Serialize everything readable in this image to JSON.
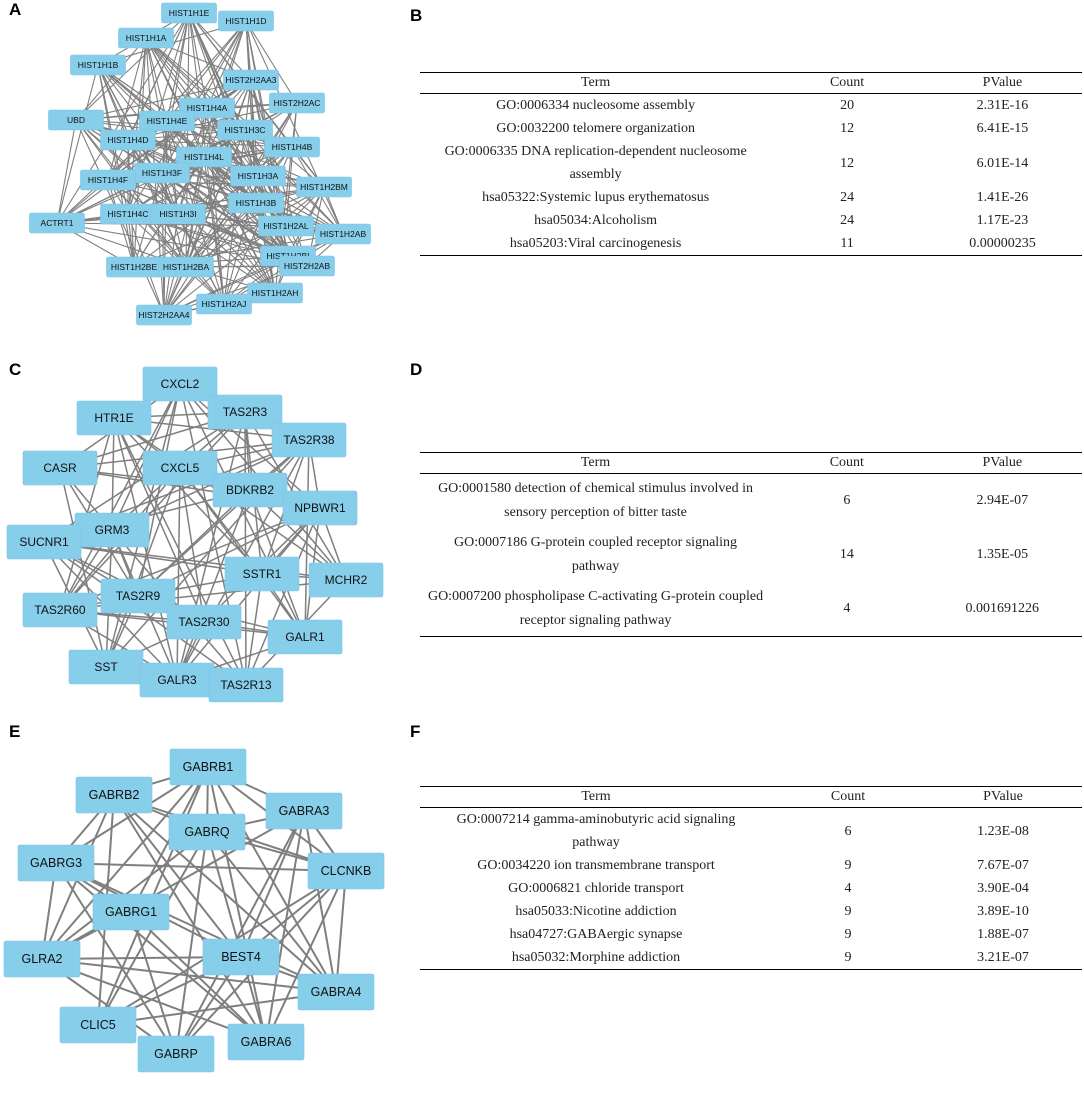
{
  "panels": {
    "A": "A",
    "B": "B",
    "C": "C",
    "D": "D",
    "E": "E",
    "F": "F"
  },
  "table_header": {
    "term": "Term",
    "count": "Count",
    "pvalue": "PValue"
  },
  "table_B": [
    {
      "term": "GO:0006334 nucleosome assembly",
      "count": "20",
      "pvalue": "2.31E-16"
    },
    {
      "term": "GO:0032200 telomere organization",
      "count": "12",
      "pvalue": "6.41E-15"
    },
    {
      "term": "GO:0006335 DNA replication-dependent nucleosome assembly",
      "count": "12",
      "pvalue": "6.01E-14"
    },
    {
      "term": "hsa05322:Systemic lupus erythematosus",
      "count": "24",
      "pvalue": "1.41E-26"
    },
    {
      "term": "hsa05034:Alcoholism",
      "count": "24",
      "pvalue": "1.17E-23"
    },
    {
      "term": "hsa05203:Viral carcinogenesis",
      "count": "11",
      "pvalue": "0.00000235"
    }
  ],
  "table_D": [
    {
      "term": "GO:0001580 detection of chemical stimulus involved in sensory perception of bitter taste",
      "count": "6",
      "pvalue": "2.94E-07"
    },
    {
      "term": "GO:0007186 G-protein coupled receptor signaling pathway",
      "count": "14",
      "pvalue": "1.35E-05"
    },
    {
      "term": "GO:0007200 phospholipase C-activating G-protein coupled receptor signaling pathway",
      "count": "4",
      "pvalue": "0.001691226"
    }
  ],
  "table_F": [
    {
      "term": "GO:0007214 gamma-aminobutyric acid signaling pathway",
      "count": "6",
      "pvalue": "1.23E-08"
    },
    {
      "term": "GO:0034220 ion transmembrane transport",
      "count": "9",
      "pvalue": "7.67E-07"
    },
    {
      "term": "GO:0006821 chloride transport",
      "count": "4",
      "pvalue": "3.90E-04"
    },
    {
      "term": "hsa05033:Nicotine addiction",
      "count": "9",
      "pvalue": "3.89E-10"
    },
    {
      "term": "hsa04727:GABAergic synapse",
      "count": "9",
      "pvalue": "1.88E-07"
    },
    {
      "term": "hsa05032:Morphine addiction",
      "count": "9",
      "pvalue": "3.21E-07"
    }
  ],
  "network_A": [
    "HIST1H1E",
    "HIST1H1D",
    "HIST1H1A",
    "HIST1H1B",
    "HIST2H2AA3",
    "HIST2H2AC",
    "HIST1H4A",
    "UBD",
    "HIST1H4E",
    "HIST1H3C",
    "HIST1H4D",
    "HIST1H4B",
    "HIST1H4L",
    "HIST1H3F",
    "HIST1H3A",
    "HIST1H4F",
    "HIST1H2BM",
    "HIST1H4C",
    "HIST1H3I",
    "HIST1H3B",
    "HIST1H2AL",
    "ACTRT1",
    "HIST1H2AB",
    "HIST1H2BI",
    "HIST1H2BE",
    "HIST1H2BA",
    "HIST2H2AB",
    "HIST1H2AH",
    "HIST1H2AJ",
    "HIST2H2AA4"
  ],
  "network_C": [
    "CXCL2",
    "HTR1E",
    "TAS2R3",
    "TAS2R38",
    "CASR",
    "CXCL5",
    "BDKRB2",
    "NPBWR1",
    "GRM3",
    "SUCNR1",
    "SSTR1",
    "MCHR2",
    "TAS2R9",
    "TAS2R60",
    "TAS2R30",
    "GALR1",
    "SST",
    "GALR3",
    "TAS2R13"
  ],
  "network_E": [
    "GABRB1",
    "GABRB2",
    "GABRA3",
    "GABRG3",
    "GABRQ",
    "CLCNKB",
    "GABRG1",
    "GLRA2",
    "BEST4",
    "GABRA4",
    "CLIC5",
    "GABRA6",
    "GABRP"
  ]
}
